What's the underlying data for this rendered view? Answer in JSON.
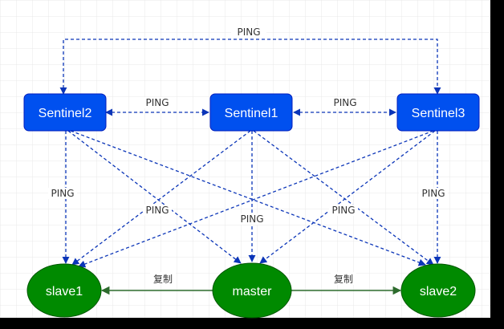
{
  "nodes": {
    "sentinel1": "Sentinel1",
    "sentinel2": "Sentinel2",
    "sentinel3": "Sentinel3",
    "master": "master",
    "slave1": "slave1",
    "slave2": "slave2"
  },
  "edge_labels": {
    "top_ping": "PING",
    "s2_s1_ping": "PING",
    "s1_s3_ping": "PING",
    "s2_slave1_ping": "PING",
    "s2_master_ping": "PING",
    "s1_master_ping": "PING",
    "s3_master_ping": "PING",
    "s3_slave2_ping": "PING",
    "master_slave1_copy": "复制",
    "master_slave2_copy": "复制"
  },
  "colors": {
    "sentinel_fill": "#0050ef",
    "sentinel_stroke": "#001dbc",
    "redis_fill": "#008a00",
    "redis_stroke": "#005700",
    "ping_line": "#0b35b8",
    "copy_line": "#2d6b2d",
    "grid": "#e9e9e9"
  }
}
